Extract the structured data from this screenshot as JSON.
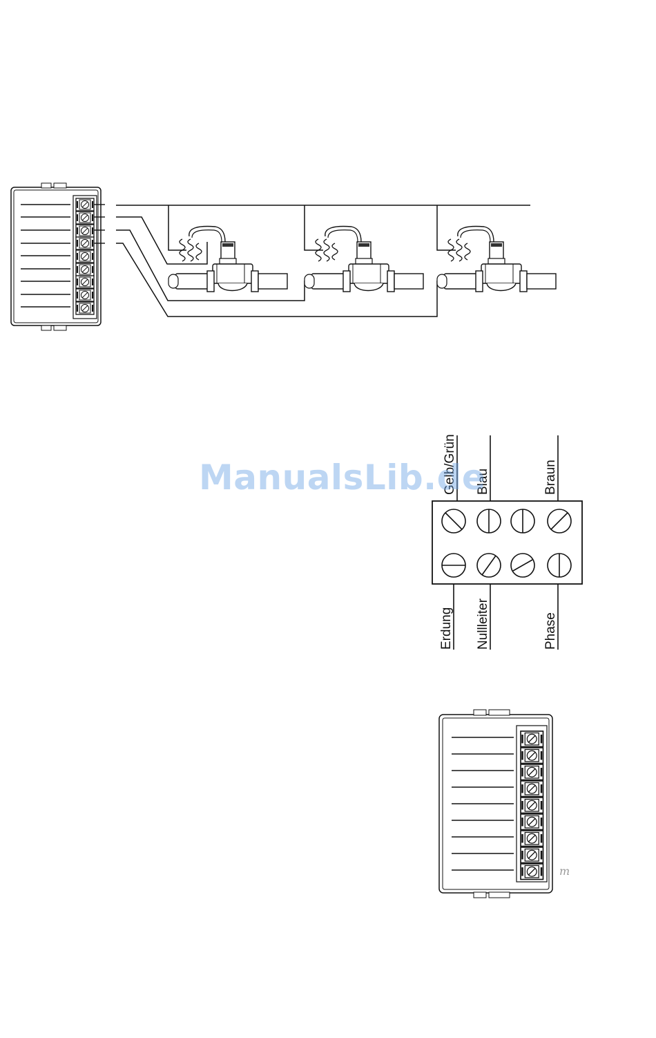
{
  "figure_1": {
    "controller": "terminal-block-module",
    "valves": [
      "valve-1",
      "valve-2",
      "valve-3"
    ]
  },
  "figure_2": {
    "top_labels": [
      "Gelb/Grün",
      "Blau",
      "Braun"
    ],
    "bottom_labels": [
      "Erdung",
      "Nullleiter",
      "Phase"
    ]
  },
  "figure_3": {
    "controller": "terminal-block-module",
    "corner_mark": "m"
  },
  "watermark": "ManualsLib.de"
}
